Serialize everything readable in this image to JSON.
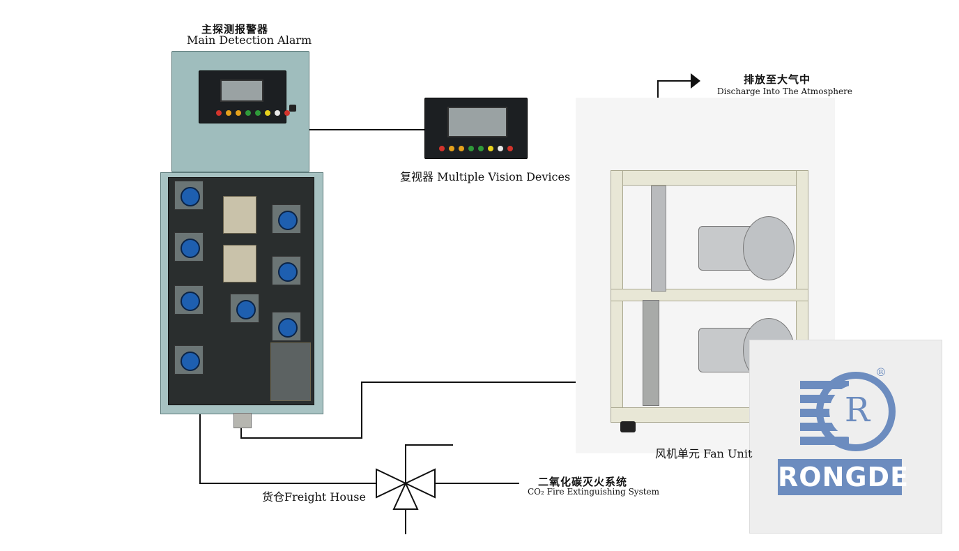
{
  "labels": {
    "main_alarm_cn": "主探测报警器",
    "main_alarm_en": "Main Detection Alarm",
    "repeater": "复视器 Multiple Vision Devices",
    "discharge_cn": "排放至大气中",
    "discharge_en": "Discharge Into The Atmosphere",
    "fan_unit": "风机单元 Fan Unit",
    "freight_house": "货仓Freight House",
    "co2_cn": "二氧化碳灭火系统",
    "co2_en": "CO₂ Fire Extinguishing System"
  },
  "logo": {
    "text": "RONGDE",
    "letter": "R",
    "registered": "®"
  },
  "colors": {
    "cabinet": "#9fbdbd",
    "logo_blue": "#6c8cbf",
    "line": "#111111"
  },
  "icons": [
    "flow-arrow-icon",
    "three-way-valve-icon",
    "rongde-logo-icon"
  ]
}
